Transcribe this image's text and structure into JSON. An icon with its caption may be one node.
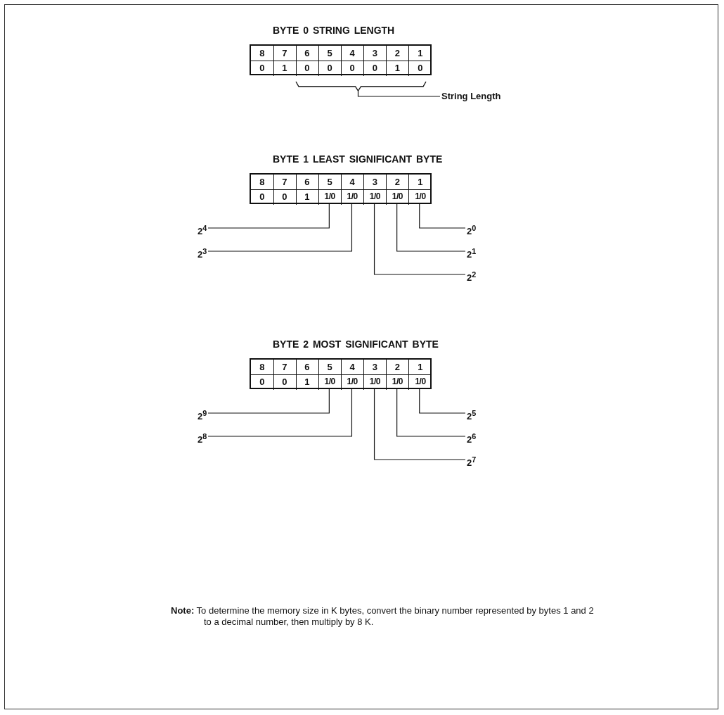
{
  "diagram": {
    "nodes": [
      {
        "text": [
          "BYTE 0 STRING LENGTH"
        ]
      },
      {
        "text": [
          "8"
        ],
        "in": 0
      },
      {
        "text": [
          "7"
        ],
        "in": 0
      },
      {
        "text": [
          "6"
        ],
        "in": 0
      },
      {
        "text": [
          "5"
        ],
        "in": 0
      },
      {
        "text": [
          "4"
        ],
        "in": 0
      },
      {
        "text": [
          "3"
        ],
        "in": 0
      },
      {
        "text": [
          "2"
        ],
        "in": 0
      },
      {
        "text": [
          "1"
        ],
        "in": 0
      },
      {
        "text": [
          "0"
        ],
        "in": 0
      },
      {
        "text": [
          "1"
        ],
        "in": 0
      },
      {
        "text": [
          "0"
        ],
        "in": 0
      },
      {
        "text": [
          "0"
        ],
        "in": 0
      },
      {
        "text": [
          "0"
        ],
        "in": 0
      },
      {
        "text": [
          "0"
        ],
        "in": 0
      },
      {
        "text": [
          "1"
        ],
        "in": 0
      },
      {
        "text": [
          "0"
        ],
        "in": 0
      },
      {
        "text": [],
        "shape": "bracket"
      },
      {
        "text": [
          "String Length"
        ]
      },
      {
        "text": [
          "BYTE 1 LEAST SIGNIFICANT BYTE"
        ]
      },
      {
        "text": [
          "8"
        ],
        "in": 19
      },
      {
        "text": [
          "7"
        ],
        "in": 19
      },
      {
        "text": [
          "6"
        ],
        "in": 19
      },
      {
        "text": [
          "5"
        ],
        "in": 19
      },
      {
        "text": [
          "4"
        ],
        "in": 19
      },
      {
        "text": [
          "3"
        ],
        "in": 19
      },
      {
        "text": [
          "2"
        ],
        "in": 19
      },
      {
        "text": [
          "1"
        ],
        "in": 19
      },
      {
        "text": [
          "0"
        ],
        "in": 19
      },
      {
        "text": [
          "0"
        ],
        "in": 19
      },
      {
        "text": [
          "1"
        ],
        "in": 19
      },
      {
        "text": [
          "1/0"
        ],
        "in": 19
      },
      {
        "text": [
          "1/0"
        ],
        "in": 19
      },
      {
        "text": [
          "1/0"
        ],
        "in": 19
      },
      {
        "text": [
          "1/0"
        ],
        "in": 19
      },
      {
        "text": [
          "1/0"
        ],
        "in": 19
      },
      {
        "text": [
          "2$^{4}$"
        ]
      },
      {
        "text": [
          "2$^{0}$"
        ]
      },
      {
        "text": [
          "2$^{3}$"
        ]
      },
      {
        "text": [
          "2$^{1}$"
        ]
      },
      {
        "text": [
          "2$^{2}$"
        ]
      },
      {
        "text": [
          "BYTE 2 MOST SIGNIFICANT BYTE"
        ]
      },
      {
        "text": [
          "8"
        ],
        "in": 41
      },
      {
        "text": [
          "7"
        ],
        "in": 41
      },
      {
        "text": [
          "6"
        ],
        "in": 41
      },
      {
        "text": [
          "5"
        ],
        "in": 41
      },
      {
        "text": [
          "4"
        ],
        "in": 41
      },
      {
        "text": [
          "3"
        ],
        "in": 41
      },
      {
        "text": [
          "2"
        ],
        "in": 41
      },
      {
        "text": [
          "1"
        ],
        "in": 41
      },
      {
        "text": [
          "0"
        ],
        "in": 41
      },
      {
        "text": [
          "0"
        ],
        "in": 41
      },
      {
        "text": [
          "1"
        ],
        "in": 41
      },
      {
        "text": [
          "1/0"
        ],
        "in": 41
      },
      {
        "text": [
          "1/0"
        ],
        "in": 41
      },
      {
        "text": [
          "1/0"
        ],
        "in": 41
      },
      {
        "text": [
          "1/0"
        ],
        "in": 41
      },
      {
        "text": [
          "1/0"
        ],
        "in": 41
      },
      {
        "text": [
          "2$^{9}$"
        ]
      },
      {
        "text": [
          "2$^{5}$"
        ]
      },
      {
        "text": [
          "2$^{8}$"
        ]
      },
      {
        "text": [
          "2$^{6}$"
        ]
      },
      {
        "text": [
          "2$^{7}$"
        ]
      }
    ],
    "edges": [
      {
        "from": 18,
        "to": 17,
        "arrow": "none"
      },
      {
        "from": 36,
        "to": 31,
        "arrow": "none"
      },
      {
        "from": 37,
        "to": 35,
        "arrow": "none"
      },
      {
        "from": 38,
        "to": 32,
        "arrow": "none"
      },
      {
        "from": 39,
        "to": 34,
        "arrow": "none"
      },
      {
        "from": 40,
        "to": 33,
        "arrow": "none"
      },
      {
        "from": 58,
        "to": 53,
        "arrow": "none"
      },
      {
        "from": 59,
        "to": 57,
        "arrow": "none"
      },
      {
        "from": 60,
        "to": 54,
        "arrow": "none"
      },
      {
        "from": 61,
        "to": 56,
        "arrow": "none"
      },
      {
        "from": 62,
        "to": 55,
        "arrow": "none"
      }
    ],
    "labels": [
      "**Note:** To determine the memory size in K bytes, convert the binary number represented by bytes 1 and 2 to a decimal number, then multiply by 8 K."
    ]
  }
}
